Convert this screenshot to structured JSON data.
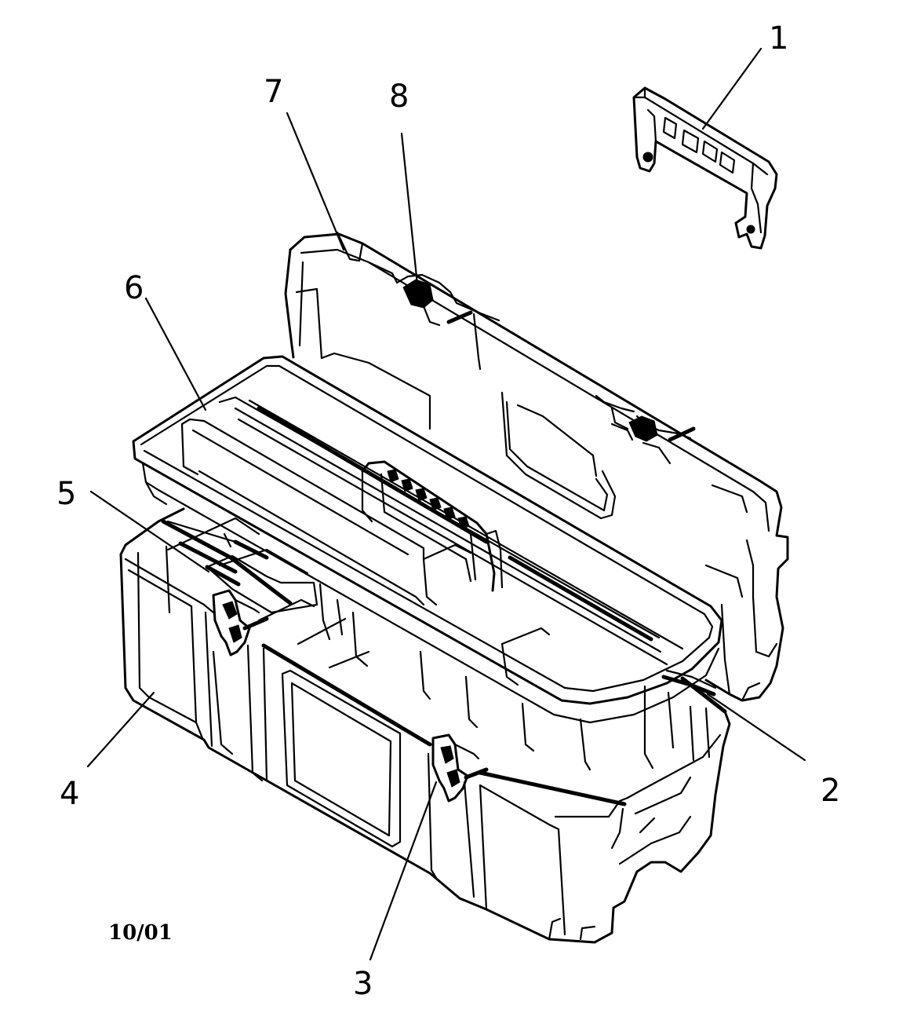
{
  "callouts": [
    {
      "id": "1",
      "label": "1"
    },
    {
      "id": "2",
      "label": "2"
    },
    {
      "id": "3",
      "label": "3"
    },
    {
      "id": "4",
      "label": "4"
    },
    {
      "id": "5",
      "label": "5"
    },
    {
      "id": "6",
      "label": "6"
    },
    {
      "id": "7",
      "label": "7"
    },
    {
      "id": "8",
      "label": "8"
    }
  ],
  "date_code": "10/01"
}
